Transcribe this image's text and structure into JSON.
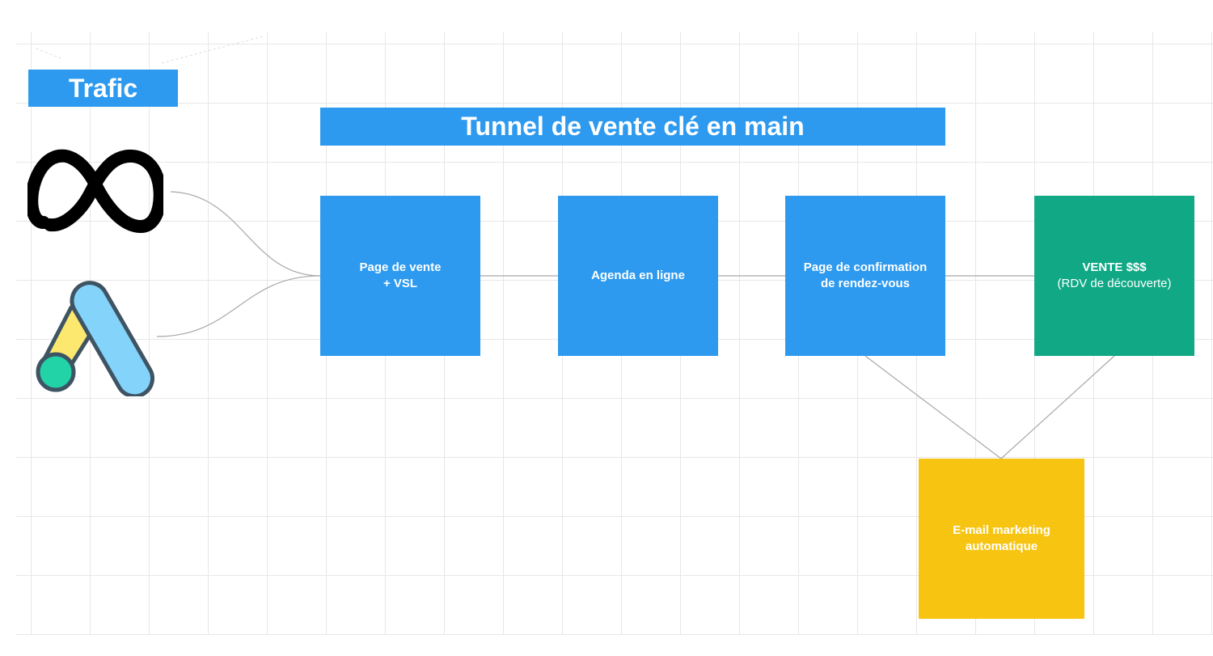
{
  "header": {
    "traffic_label": "Trafic",
    "funnel_title": "Tunnel de vente clé en main"
  },
  "traffic_sources": [
    {
      "icon": "meta-logo-icon"
    },
    {
      "icon": "google-ads-logo-icon"
    }
  ],
  "nodes": {
    "sales_page": {
      "line1": "Page de vente",
      "line2": "+ VSL"
    },
    "agenda": {
      "line1": "Agenda en ligne"
    },
    "confirmation": {
      "line1": "Page de confirmation",
      "line2": "de rendez-vous"
    },
    "sale": {
      "line1": "VENTE $$$",
      "line2": "(RDV de découverte)"
    },
    "email": {
      "line1": "E-mail marketing",
      "line2": "automatique"
    }
  },
  "colors": {
    "blue": "#2d9aef",
    "green": "#10a885",
    "yellow": "#f7c412",
    "connector": "#9e9e9e"
  }
}
